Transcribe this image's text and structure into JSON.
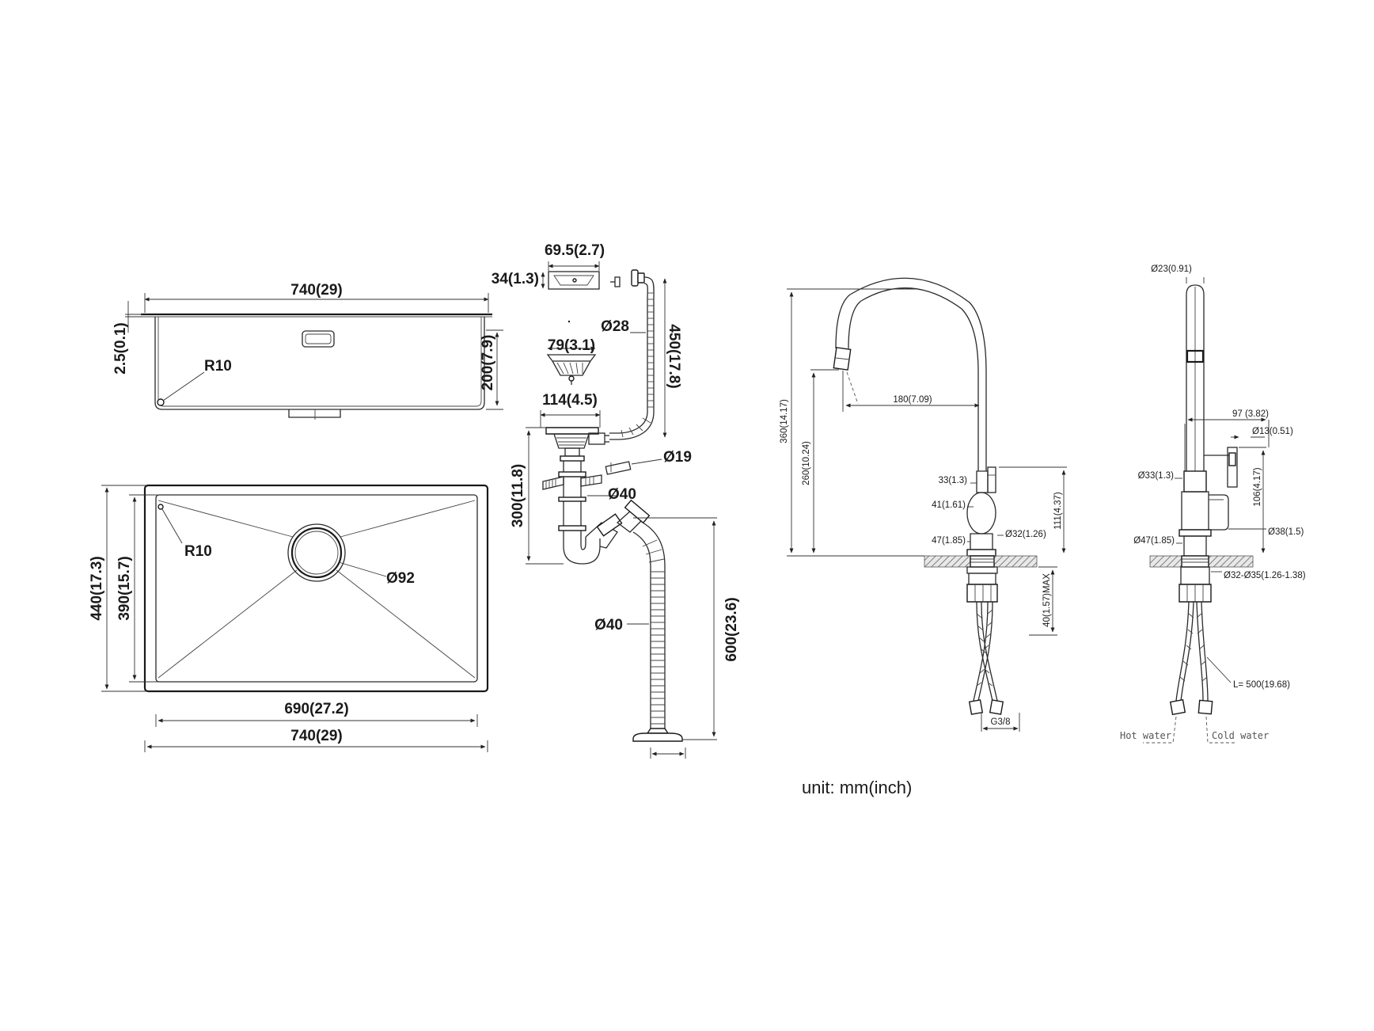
{
  "sink": {
    "top_width": "740(29)",
    "rim_thickness": "2.5(0.1)",
    "depth": "200(7.9)",
    "corner_radius_side": "R10",
    "corner_radius_plan": "R10",
    "outer_length": "440(17.3)",
    "inner_length": "390(15.7)",
    "drain_diameter": "Ø92",
    "inner_width": "690(27.2)",
    "outer_width": "740(29)"
  },
  "drain": {
    "overflow_width": "69.5(2.7)",
    "overflow_height": "34(1.3)",
    "hose_diameter": "Ø28",
    "hose_length": "450(17.8)",
    "basket_diameter": "79(3.1)",
    "flange_diameter": "114(4.5)",
    "side_inlet_diameter": "Ø19",
    "pipe_diameter": "Ø40",
    "trap_height": "300(11.8)",
    "outlet_diameter": "Ø40",
    "outlet_length": "600(23.6)"
  },
  "faucet_side": {
    "total_height": "360(14.17)",
    "spout_height": "260(10.24)",
    "reach": "180(7.09)",
    "handle_width": "33(1.3)",
    "body_width": "41(1.61)",
    "base_width": "47(1.85)",
    "body_diameter": "Ø32(1.26)",
    "body_height": "111(4.37)",
    "max_deck": "40(1.57)MAX",
    "thread": "G3/8"
  },
  "faucet_front": {
    "tube_diameter": "Ø23(0.91)",
    "handle_reach": "97  (3.82)",
    "handle_diameter": "Ø13(0.51)",
    "handle_height": "106(4.17)",
    "collar_diameter": "Ø33(1.3)",
    "body_diameter": "Ø38(1.5)",
    "base_diameter": "Ø47(1.85)",
    "hole_range": "Ø32-Ø35(1.26-1.38)",
    "hose_length": "L= 500(19.68)",
    "hot_label": "Hot water",
    "cold_label": "Cold water"
  },
  "unit_note": "unit: mm(inch)"
}
